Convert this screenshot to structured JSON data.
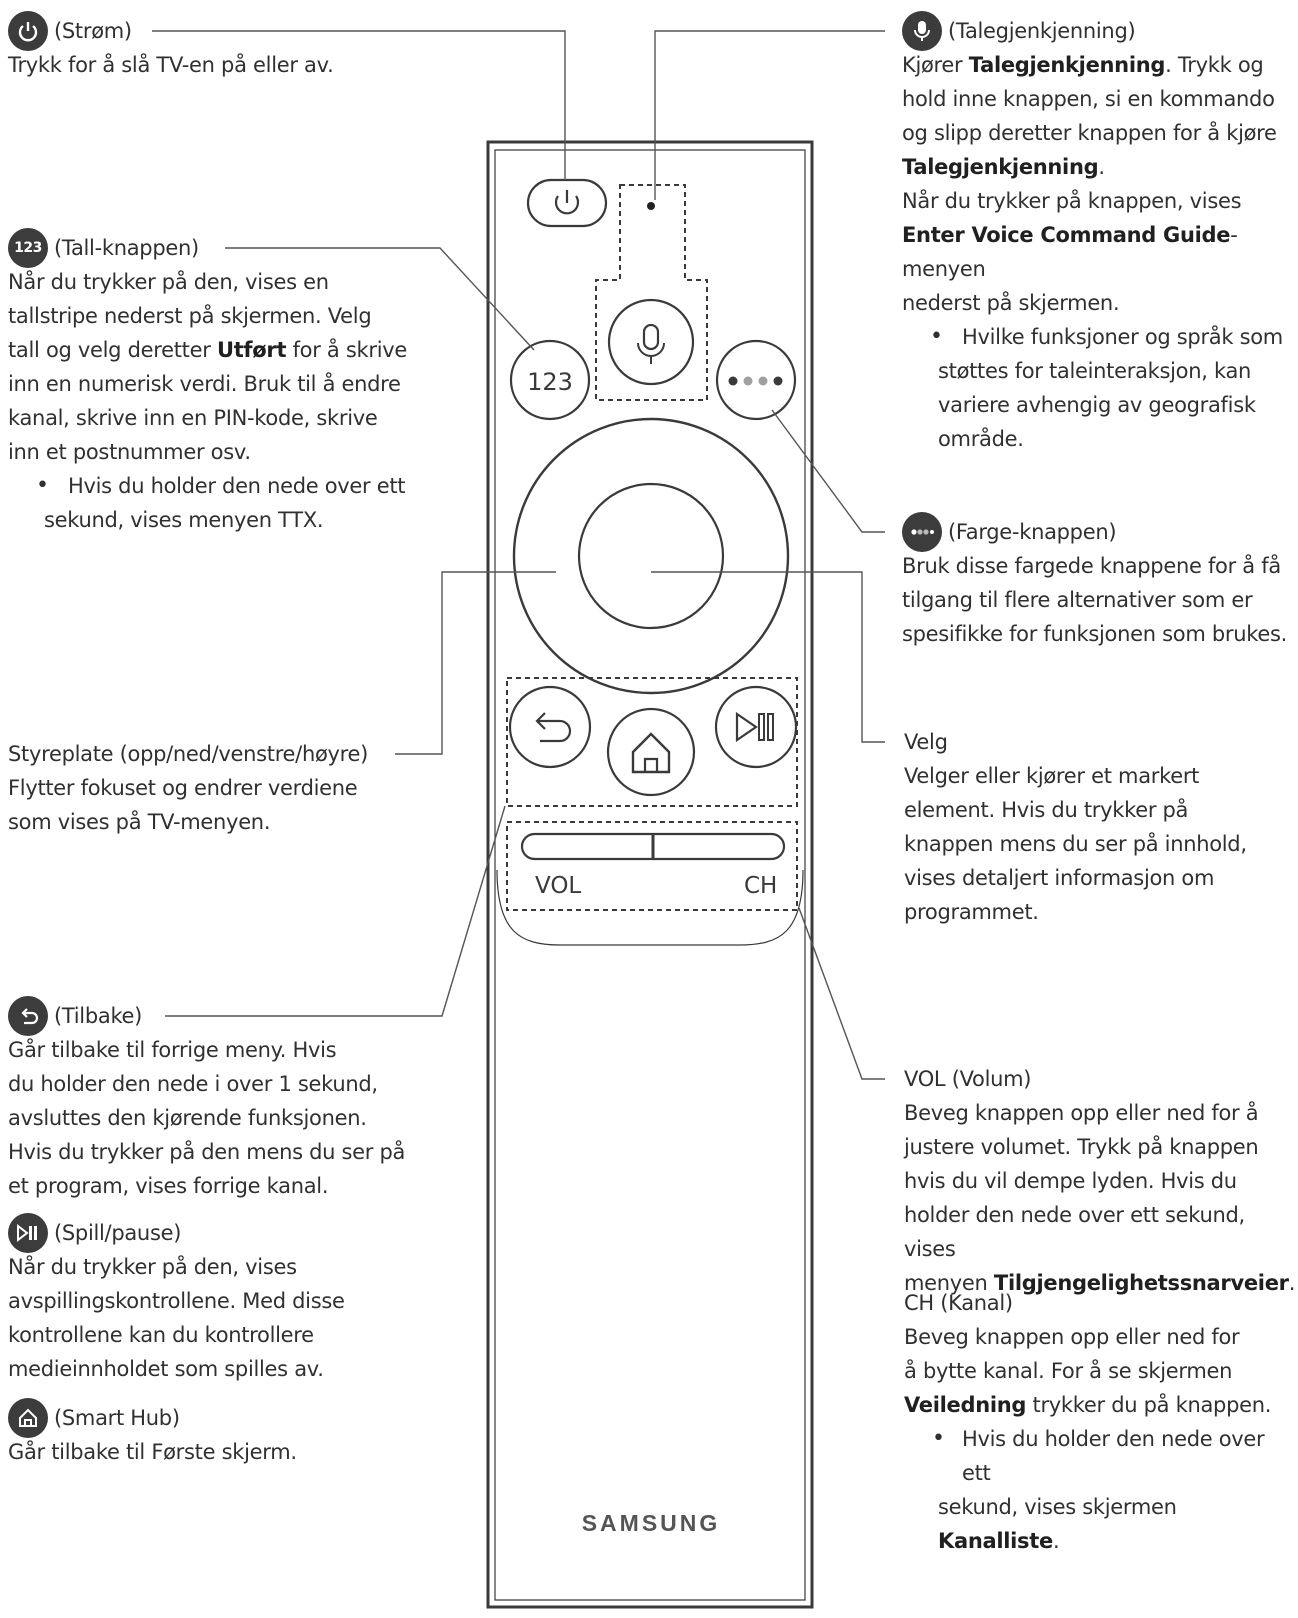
{
  "power": {
    "title": "(Strøm)",
    "desc": "Trykk for å slå TV-en på eller av.",
    "icon": "power-icon"
  },
  "number": {
    "icon_text": "123",
    "title": "(Tall-knappen)",
    "desc_1": "Når du trykker på den, vises en",
    "desc_2": "tallstripe nederst på skjermen. Velg",
    "desc_3a": "tall og velg deretter ",
    "desc_3b": "Utført",
    "desc_3c": " for å skrive",
    "desc_4": "inn en numerisk verdi. Bruk til å endre",
    "desc_5": "kanal, skrive inn en PIN-kode, skrive",
    "desc_6": "inn et postnummer osv.",
    "bullet_1": "Hvis du holder den nede over ett",
    "bullet_2": "sekund, vises menyen TTX."
  },
  "pad": {
    "title": "Styreplate (opp/ned/venstre/høyre)",
    "desc_1": "Flytter fokuset og endrer verdiene",
    "desc_2": "som vises på TV-menyen."
  },
  "back": {
    "title": "(Tilbake)",
    "icon": "back-icon",
    "desc_1": "Går tilbake til forrige meny. Hvis",
    "desc_2": "du holder den nede i over 1 sekund,",
    "desc_3": "avsluttes den kjørende funksjonen.",
    "desc_4": "Hvis du trykker på den mens du ser på",
    "desc_5": "et program, vises forrige kanal."
  },
  "play": {
    "title": "(Spill/pause)",
    "icon": "play-pause-icon",
    "desc_1": "Når du trykker på den, vises",
    "desc_2": "avspillingskontrollene. Med disse",
    "desc_3": "kontrollene kan du kontrollere",
    "desc_4": "medieinnholdet som spilles av."
  },
  "home": {
    "title": "(Smart Hub)",
    "icon": "home-icon",
    "desc": "Går tilbake til Første skjerm."
  },
  "voice": {
    "title": "(Talegjenkjenning)",
    "icon": "microphone-icon",
    "l1a": "Kjører ",
    "l1b": "Talegjenkjenning",
    "l1c": ". Trykk og",
    "l2": "hold inne knappen, si en kommando",
    "l3": "og slipp deretter knappen for å kjøre",
    "l4": "Talegjenkjenning",
    "l4b": ".",
    "l5": "Når du trykker på knappen, vises",
    "l6a": "Enter Voice Command Guide",
    "l6b": "-menyen",
    "l7": "nederst på skjermen.",
    "bullet_1": "Hvilke funksjoner og språk som",
    "bullet_2": "støttes for taleinteraksjon, kan",
    "bullet_3": "variere avhengig av geografisk",
    "bullet_4": "område."
  },
  "color": {
    "title": "(Farge-knappen)",
    "icon": "color-dots-icon",
    "desc_1": "Bruk disse fargede knappene for å få",
    "desc_2": "tilgang til flere alternativer som er",
    "desc_3": "spesifikke for funksjonen som brukes."
  },
  "select": {
    "title": "Velg",
    "desc_1": "Velger eller kjører et markert",
    "desc_2": "element. Hvis du trykker på",
    "desc_3": "knappen mens du ser på innhold,",
    "desc_4": "vises detaljert informasjon om",
    "desc_5": "programmet."
  },
  "vol": {
    "title": "VOL (Volum)",
    "desc_1": "Beveg knappen opp eller ned for å",
    "desc_2": "justere volumet. Trykk på knappen",
    "desc_3": "hvis du vil dempe lyden. Hvis du",
    "desc_4": "holder den nede over ett sekund, vises",
    "desc_5a": "menyen ",
    "desc_5b": "Tilgjengelighetssnarveier",
    "desc_5c": "."
  },
  "ch": {
    "title": "CH (Kanal)",
    "desc_1": "Beveg knappen opp eller ned for",
    "desc_2": "å bytte kanal. For å se skjermen",
    "desc_3a": "Veiledning",
    "desc_3b": " trykker du på knappen.",
    "bullet_1": "Hvis du holder den nede over ett",
    "bullet_2a": "sekund, vises skjermen ",
    "bullet_2b": "Kanalliste",
    "bullet_2c": "."
  },
  "remote": {
    "num_label": "123",
    "vol_label": "VOL",
    "ch_label": "CH",
    "brand": "SAMSUNG"
  }
}
